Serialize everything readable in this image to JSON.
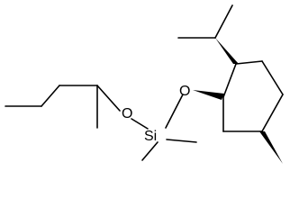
{
  "molecule": {
    "atoms": {
      "oxygen_left": "O",
      "silicon": "Si",
      "oxygen_right": "O"
    },
    "colors": {
      "bond": "#000000",
      "text": "#000000",
      "background": "#ffffff"
    }
  }
}
